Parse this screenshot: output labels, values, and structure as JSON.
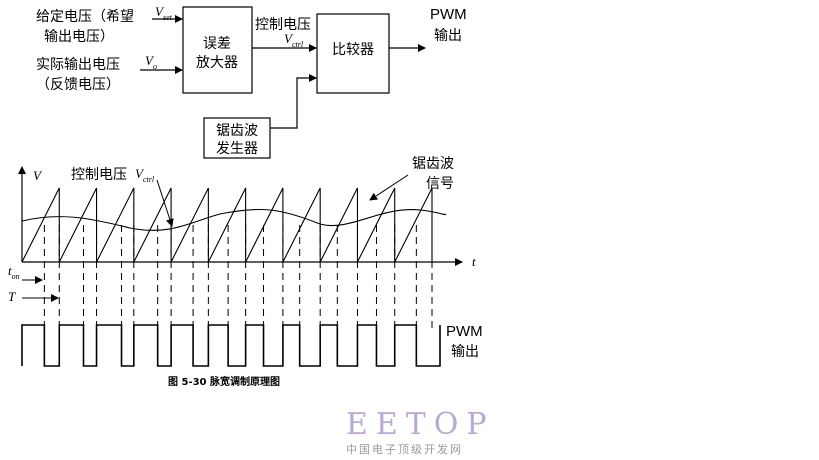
{
  "block_diagram": {
    "set_voltage_label_1": "给定电压（希望",
    "set_voltage_label_2": "输出电压）",
    "vset_main": "V",
    "vset_sub": "set",
    "actual_voltage_label_1": "实际输出电压",
    "actual_voltage_label_2": "（反馈电压）",
    "vo_main": "V",
    "vo_sub": "o",
    "error_amp_label_1": "误差",
    "error_amp_label_2": "放大器",
    "control_voltage_label": "控制电压",
    "vctrl_main": "V",
    "vctrl_sub": "ctrl",
    "comparator_label": "比较器",
    "pwm_label": "PWM",
    "pwm_output_label": "输出",
    "sawtooth_gen_label_1": "锯齿波",
    "sawtooth_gen_label_2": "发生器"
  },
  "waveform": {
    "y_axis_label": "V",
    "t_axis_label": "t",
    "control_voltage_label": "控制电压",
    "vctrl_main": "V",
    "vctrl_sub": "ctrl",
    "sawtooth_label_1": "锯齿波",
    "sawtooth_label_2": "信号",
    "ton_main": "t",
    "ton_sub": "on",
    "period_label": "T",
    "pwm_label": "PWM",
    "pwm_output_label": "输出",
    "sawtooth_periods": 11
  },
  "caption": "图 5-30  脉宽调制原理图",
  "watermark": {
    "brand": "EETOP",
    "subtitle": "中国电子顶级开发网"
  }
}
